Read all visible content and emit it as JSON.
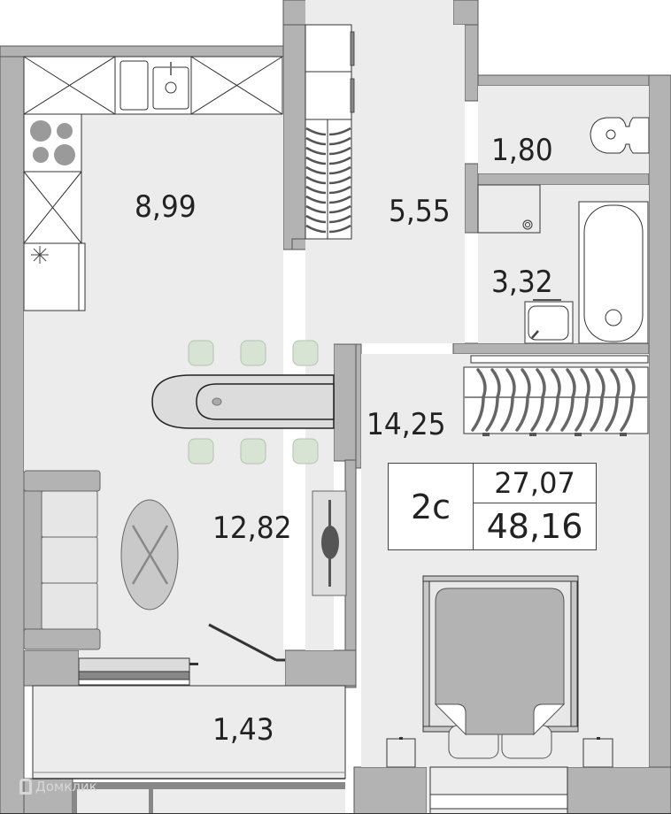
{
  "plan": {
    "type": "apartment-floor-plan",
    "unit_type": "2с",
    "living_area": "27,07",
    "total_area": "48,16"
  },
  "rooms": [
    {
      "id": "kitchen",
      "area": "8,99"
    },
    {
      "id": "hallway",
      "area": "5,55"
    },
    {
      "id": "toilet",
      "area": "1,80"
    },
    {
      "id": "bathroom",
      "area": "3,32"
    },
    {
      "id": "bedroom",
      "area": "14,25"
    },
    {
      "id": "living-room",
      "area": "12,82"
    },
    {
      "id": "balcony",
      "area": "1,43"
    }
  ],
  "watermark": {
    "text": "Домклик"
  },
  "colors": {
    "wall": "#b3b3b3",
    "floor": "#ececec",
    "furniture_dark": "#555555",
    "chair": "#d8e4d5",
    "text": "#222222"
  }
}
